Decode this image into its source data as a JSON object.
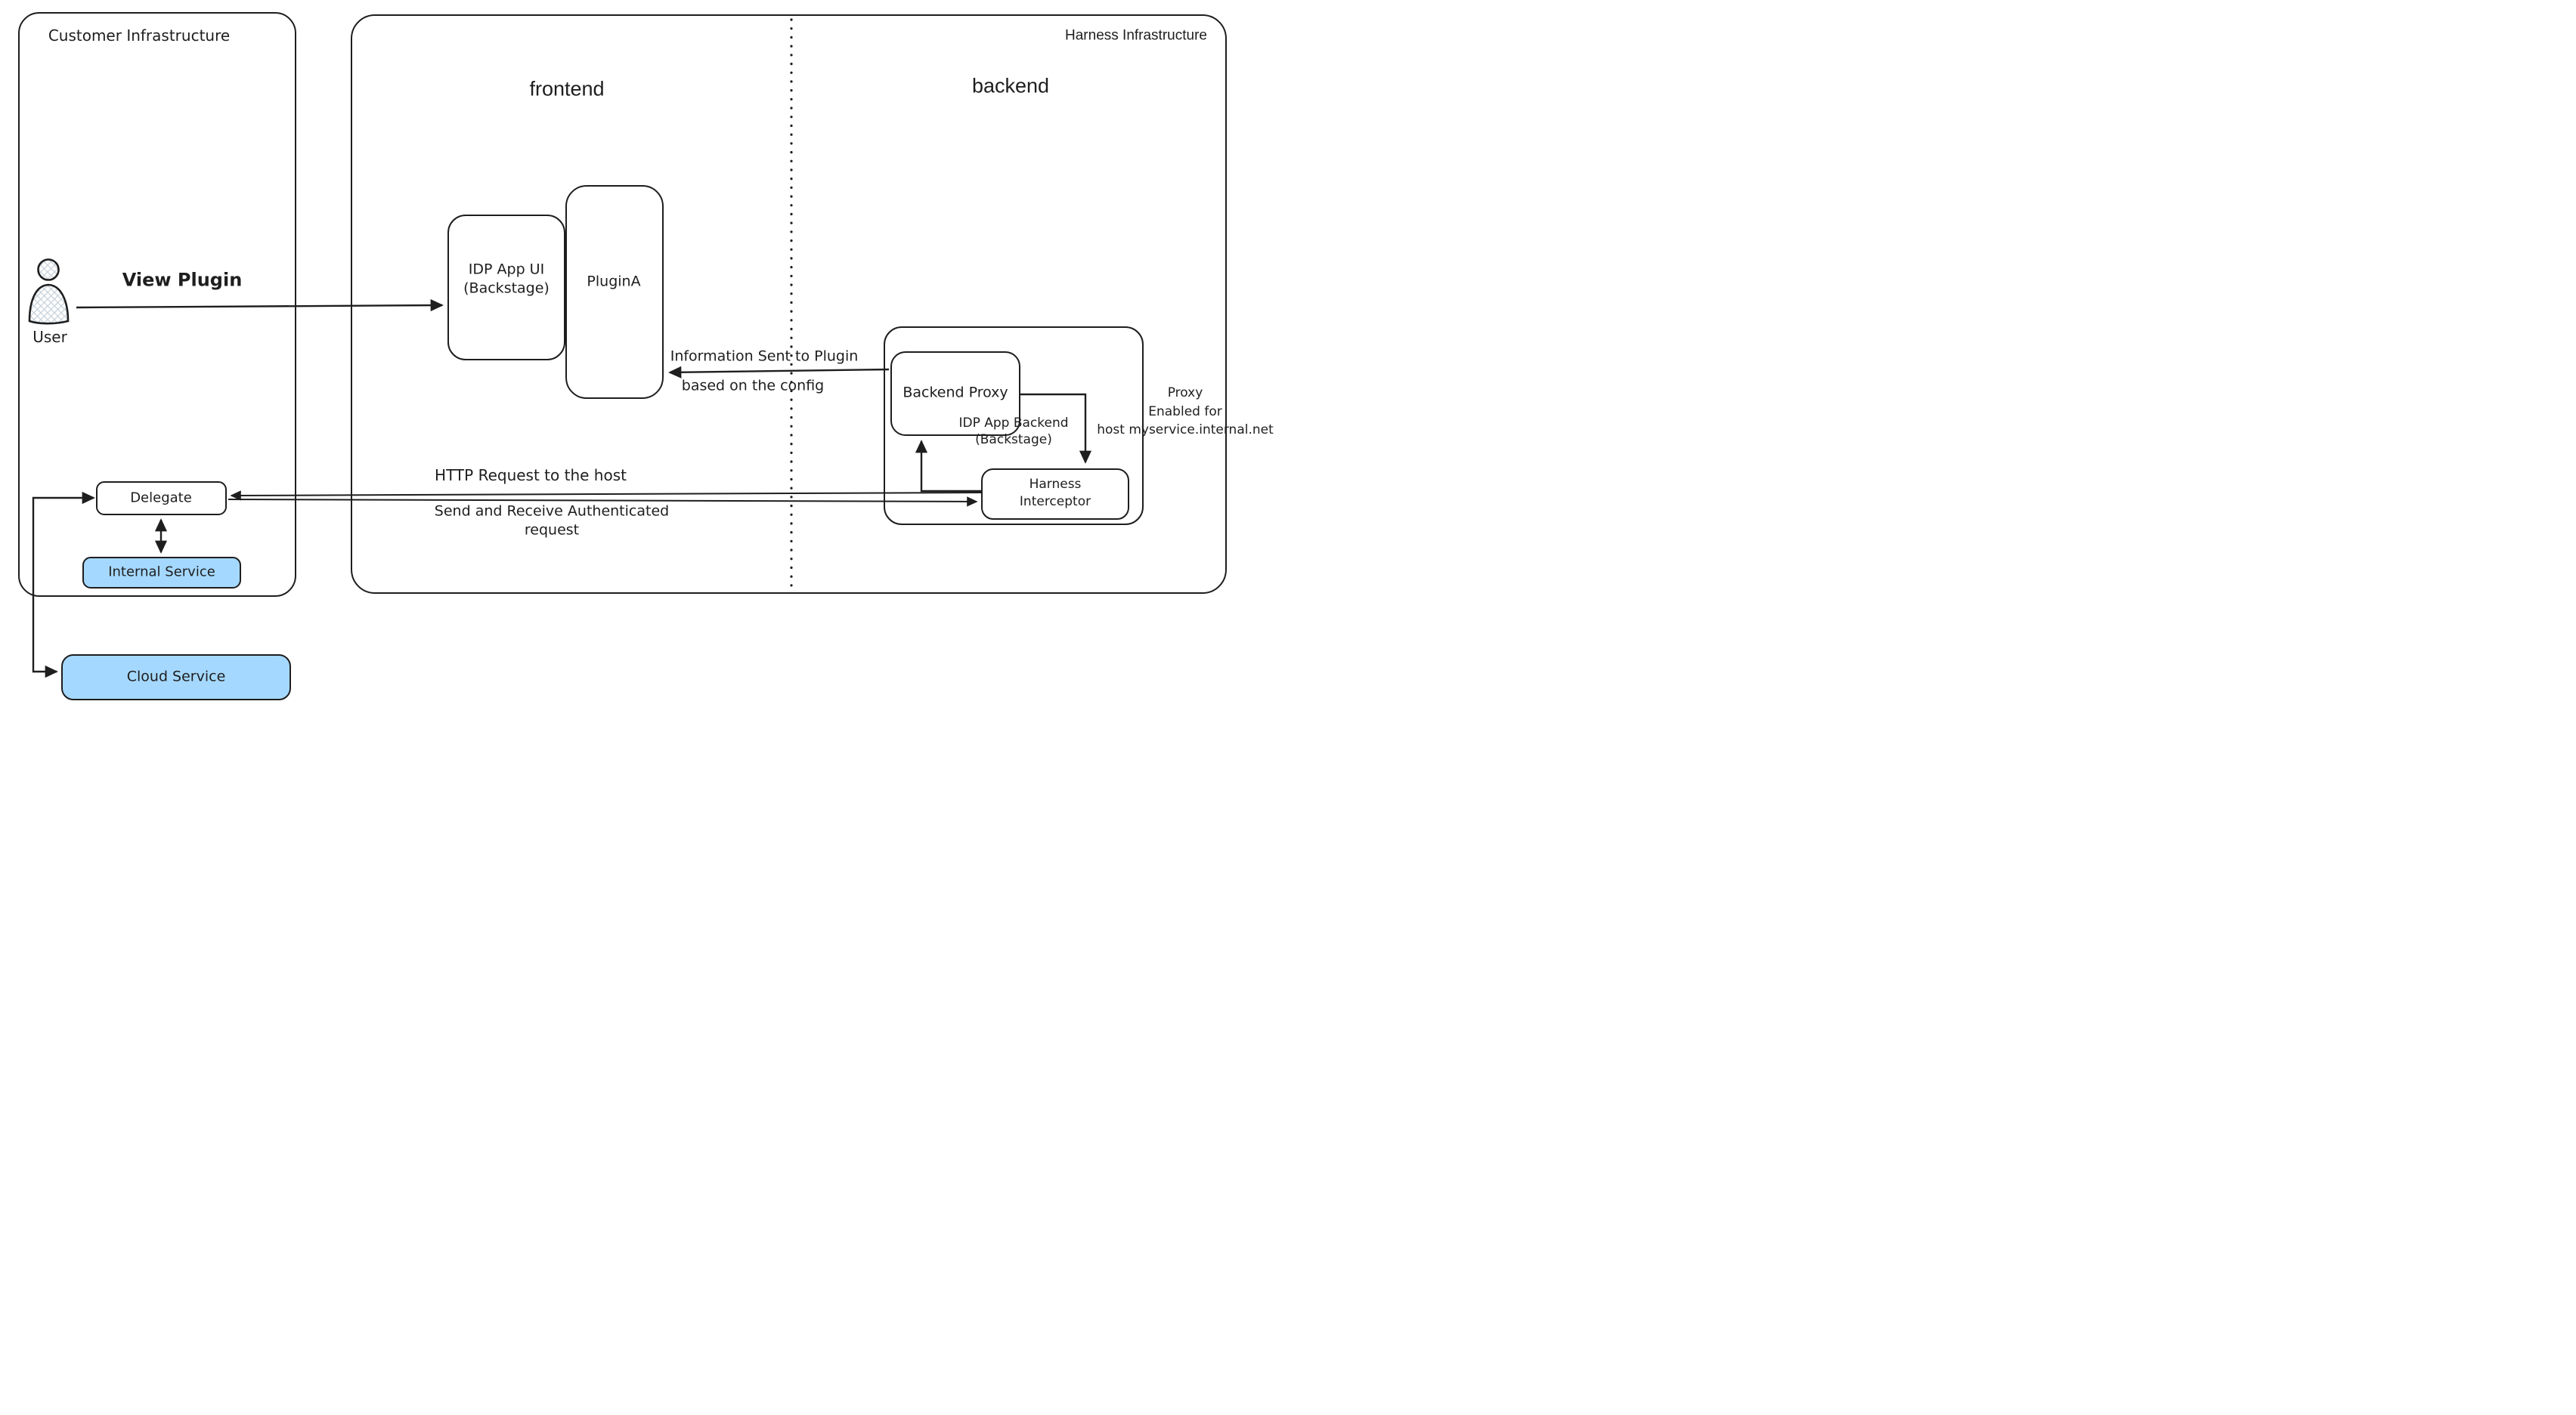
{
  "frames": {
    "customer": {
      "label": "Customer Infrastructure"
    },
    "harness": {
      "label": "Harness Infrastructure"
    }
  },
  "sections": {
    "frontend": "frontend",
    "backend": "backend"
  },
  "nodes": {
    "user": {
      "label": "User"
    },
    "idp_app_ui": {
      "line1": "IDP App UI",
      "line2": "(Backstage)"
    },
    "plugin_a": {
      "label": "PluginA"
    },
    "backend_proxy": {
      "label": "Backend Proxy"
    },
    "idp_app_backend": {
      "line1": "IDP App Backend",
      "line2": "(Backstage)"
    },
    "harness_interceptor": {
      "line1": "Harness",
      "line2": "Interceptor"
    },
    "delegate": {
      "label": "Delegate"
    },
    "internal_service": {
      "label": "Internal Service"
    },
    "cloud_service": {
      "label": "Cloud Service"
    }
  },
  "edge_labels": {
    "view_plugin": "View Plugin",
    "info_sent_line1": "Information Sent to Plugin",
    "info_sent_line2": "based on the config",
    "http_request": "HTTP Request to the host",
    "send_receive_line1": "Send and Receive Authenticated",
    "send_receive_line2": "request",
    "proxy_note_line1": "Proxy",
    "proxy_note_line2": "Enabled for",
    "proxy_note_line3": "host myservice.internal.net"
  },
  "colors": {
    "stroke": "#1e1e1e",
    "service_fill": "#a5d8ff",
    "bg": "#ffffff",
    "hatch": "#c9d3dc"
  }
}
